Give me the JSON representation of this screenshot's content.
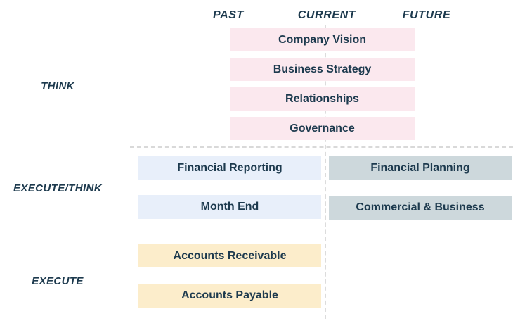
{
  "diagram": {
    "columns": {
      "past": "PAST",
      "current": "CURRENT",
      "future": "FUTURE"
    },
    "rows": {
      "think": {
        "label": "THINK",
        "bars": [
          "Company Vision",
          "Business Strategy",
          "Relationships",
          "Governance"
        ]
      },
      "execute_think": {
        "label": "EXECUTE/THINK",
        "past_bars": [
          "Financial Reporting",
          "Month End"
        ],
        "future_bars": [
          "Financial Planning",
          "Commercial & Business"
        ]
      },
      "execute": {
        "label": "EXECUTE",
        "bars": [
          "Accounts Receivable",
          "Accounts Payable"
        ]
      }
    }
  },
  "colors": {
    "think_bar": "#fbe8ee",
    "execute_think_past_bar": "#e8effa",
    "execute_think_future_bar": "#cdd8dc",
    "execute_bar": "#fcedcb",
    "text": "#1d3a4e",
    "dashed_line": "#d9d9d9"
  }
}
